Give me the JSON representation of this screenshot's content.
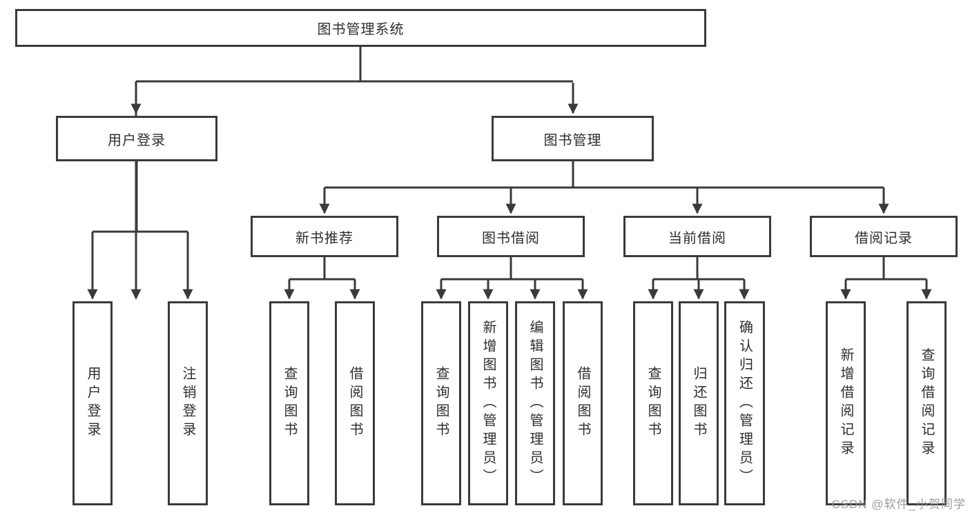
{
  "diagram": {
    "root": {
      "label": "图书管理系统"
    },
    "branches": [
      {
        "label": "用户登录",
        "children": [
          {
            "label": "用户登录"
          },
          {
            "label": "注销登录"
          }
        ]
      },
      {
        "label": "图书管理",
        "children": [
          {
            "label": "新书推荐",
            "children": [
              {
                "label": "查询图书"
              },
              {
                "label": "借阅图书"
              }
            ]
          },
          {
            "label": "图书借阅",
            "children": [
              {
                "label": "查询图书"
              },
              {
                "label": "新增图书（管理员）"
              },
              {
                "label": "编辑图书（管理员）"
              },
              {
                "label": "借阅图书"
              }
            ]
          },
          {
            "label": "当前借阅",
            "children": [
              {
                "label": "查询图书"
              },
              {
                "label": "归还图书"
              },
              {
                "label": "确认归还（管理员）"
              }
            ]
          },
          {
            "label": "借阅记录",
            "children": [
              {
                "label": "新增借阅记录"
              },
              {
                "label": "查询借阅记录"
              }
            ]
          }
        ]
      }
    ]
  },
  "watermark": {
    "text": "CSDN @软件_小贺同学"
  },
  "colors": {
    "line": "#3a3a3a",
    "text": "#2e2e2e",
    "box_background": "#ffffff",
    "watermark": "#949494"
  }
}
